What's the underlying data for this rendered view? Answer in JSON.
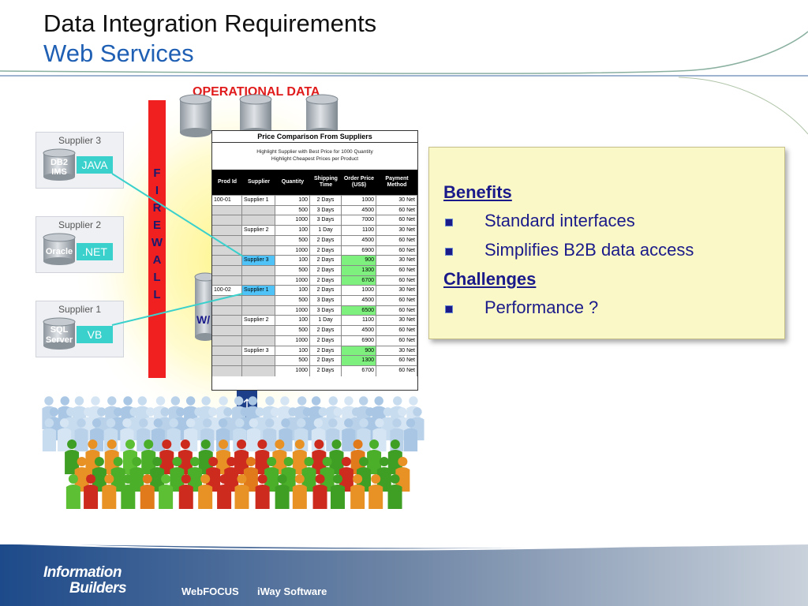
{
  "title": {
    "line1": "Data Integration Requirements",
    "line2": "Web Services"
  },
  "diagram": {
    "operational_data_label": "OPERATIONAL DATA",
    "firewall_letters": [
      "F",
      "I",
      "R",
      "E",
      "W",
      "A",
      "L",
      "L"
    ],
    "wa_label": "W/",
    "suppliers": [
      {
        "name": "Supplier 3",
        "db": [
          "DB2",
          "IMS"
        ],
        "tech": "JAVA"
      },
      {
        "name": "Supplier 2",
        "db": [
          "Oracle"
        ],
        "tech": ".NET"
      },
      {
        "name": "Supplier 1",
        "db": [
          "SQL",
          "Server"
        ],
        "tech": "VB"
      }
    ]
  },
  "price_table": {
    "title": "Price Comparison From Suppliers",
    "subtitle1": "Highlight Supplier with Best Price for 1000 Quantity",
    "subtitle2": "Highlight Cheapest Prices per Product",
    "headers": [
      "Prod Id",
      "Supplier",
      "Quantity",
      "Shipping Time",
      "Order Price (US$)",
      "Payment Method"
    ],
    "rows": [
      [
        "100-01",
        "Supplier 1",
        "100",
        "2 Days",
        "1000",
        "30 Net"
      ],
      [
        "",
        "",
        "500",
        "3 Days",
        "4500",
        "60 Net"
      ],
      [
        "",
        "",
        "1000",
        "3 Days",
        "7000",
        "60 Net"
      ],
      [
        "",
        "Supplier 2",
        "100",
        "1 Day",
        "1100",
        "30 Net"
      ],
      [
        "",
        "",
        "500",
        "2 Days",
        "4500",
        "60 Net"
      ],
      [
        "",
        "",
        "1000",
        "2 Days",
        "6900",
        "60 Net"
      ],
      [
        "",
        "Supplier 3",
        "100",
        "2 Days",
        "900",
        "30 Net"
      ],
      [
        "",
        "",
        "500",
        "2 Days",
        "1300",
        "60 Net"
      ],
      [
        "",
        "",
        "1000",
        "2 Days",
        "6700",
        "60 Net"
      ],
      [
        "100-02",
        "Supplier 1",
        "100",
        "2 Days",
        "1000",
        "30 Net"
      ],
      [
        "",
        "",
        "500",
        "3 Days",
        "4500",
        "60 Net"
      ],
      [
        "",
        "",
        "1000",
        "3 Days",
        "6500",
        "60 Net"
      ],
      [
        "",
        "Supplier 2",
        "100",
        "1 Day",
        "1100",
        "30 Net"
      ],
      [
        "",
        "",
        "500",
        "2 Days",
        "4500",
        "60 Net"
      ],
      [
        "",
        "",
        "1000",
        "2 Days",
        "6900",
        "60 Net"
      ],
      [
        "",
        "Supplier 3",
        "100",
        "2 Days",
        "900",
        "30 Net"
      ],
      [
        "",
        "",
        "500",
        "2 Days",
        "1300",
        "60 Net"
      ],
      [
        "",
        "",
        "1000",
        "2 Days",
        "6700",
        "60 Net"
      ]
    ]
  },
  "panel": {
    "benefits_heading": "Benefits",
    "benefits": [
      "Standard interfaces",
      "Simplifies B2B data access"
    ],
    "challenges_heading": "Challenges",
    "challenges": [
      "Performance ?"
    ]
  },
  "footer": {
    "logo_line1": "Information",
    "logo_line2": "Builders",
    "product1": "WebFOCUS",
    "product2": "iWay Software"
  },
  "colors": {
    "title_accent": "#1f5fb4",
    "firewall": "#f02020",
    "tech_badge": "#3ad0cc",
    "highlight_blue": "#4fc3f7",
    "highlight_green": "#7ef07e",
    "panel_bg": "#fbf8c7",
    "footer": "#1f4f8f"
  }
}
